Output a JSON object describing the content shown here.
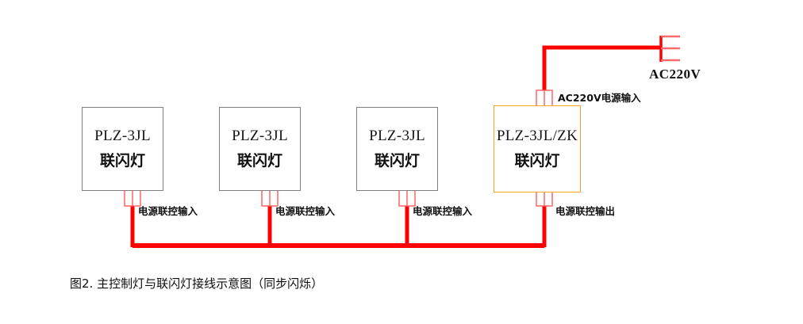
{
  "diagram": {
    "caption": "图2. 主控制灯与联闪灯接线示意图（同步闪烁）",
    "wire_color": "#ff0000",
    "box_border_color": "#808080",
    "accent_border_color": "#f5a623",
    "background": "#ffffff"
  },
  "power_source": {
    "plug_label": "AC220V",
    "input_label": "AC220V电源输入",
    "icon": "power-plug-icon"
  },
  "units": [
    {
      "model": "PLZ-3JL",
      "name": "联闪灯",
      "port_label": "电源联控输入",
      "role": "slave",
      "accent": false
    },
    {
      "model": "PLZ-3JL",
      "name": "联闪灯",
      "port_label": "电源联控输入",
      "role": "slave",
      "accent": false
    },
    {
      "model": "PLZ-3JL",
      "name": "联闪灯",
      "port_label": "电源联控输入",
      "role": "slave",
      "accent": false
    },
    {
      "model": "PLZ-3JL/ZK",
      "name": "联闪灯",
      "port_label": "电源联控输出",
      "role": "master",
      "accent": true
    }
  ]
}
